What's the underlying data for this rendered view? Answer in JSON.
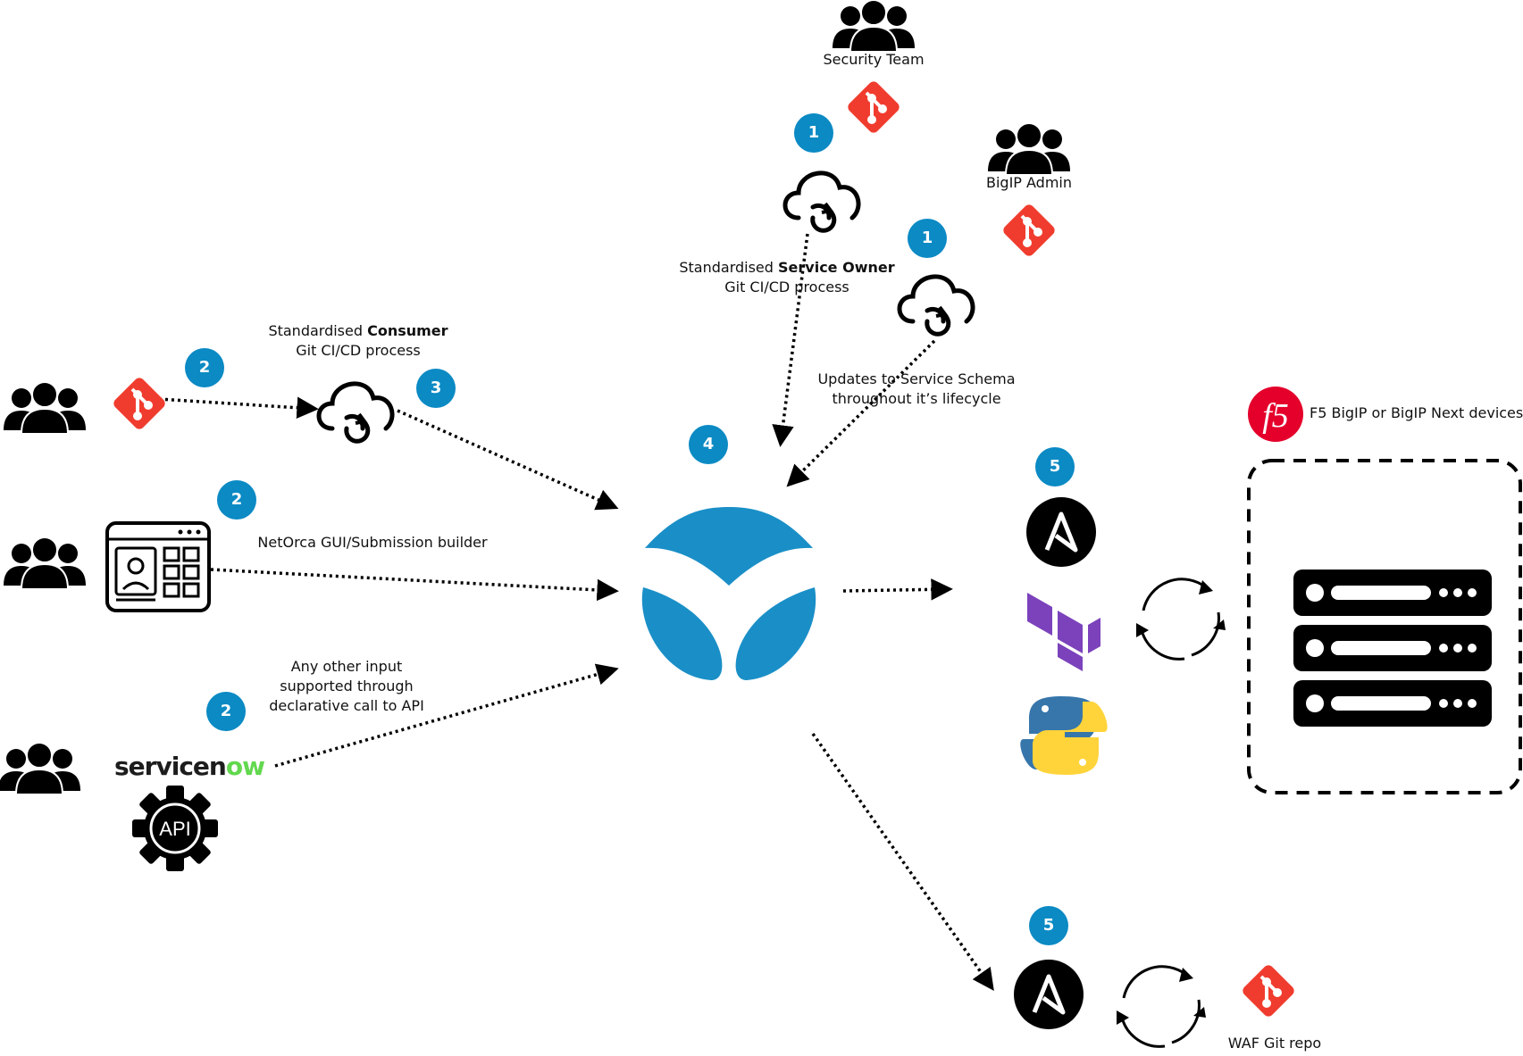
{
  "labels": {
    "security_team": "Security Team",
    "bigip_admin": "BigIP Admin",
    "service_owner_pre": "Standardised ",
    "service_owner_bold": "Service Owner",
    "service_owner_line2": "Git CI/CD process",
    "schema_line1": "Updates to Service Schema",
    "schema_line2": "throughout it’s lifecycle",
    "consumer_pre": "Standardised ",
    "consumer_bold": "Consumer",
    "consumer_line2": "Git CI/CD process",
    "gui_builder": "NetOrca GUI/Submission builder",
    "other_line1": "Any other input",
    "other_line2": "supported through",
    "other_line3": "declarative call to API",
    "f5_devices": "F5 BigIP or BigIP Next devices",
    "waf_repo": "WAF Git repo",
    "servicenow_a": "servicen",
    "servicenow_b": "ow",
    "api": "API",
    "f5_logo": "f5"
  },
  "badges": {
    "security_step": "1",
    "bigip_step": "1",
    "consumer_step": "2",
    "gui_step": "2",
    "api_step": "2",
    "consumer_cicd_step": "3",
    "netorca_step": "4",
    "automation_step": "5",
    "waf_step": "5"
  },
  "colors": {
    "badge": "#0b8ac4",
    "git": "#f03c2e",
    "netorca": "#1a8fc7",
    "terraform": "#7b42bc",
    "python_blue": "#3776ab",
    "python_yellow": "#ffd43b",
    "f5_red": "#e4002b",
    "servicenow_green": "#62d84e"
  }
}
